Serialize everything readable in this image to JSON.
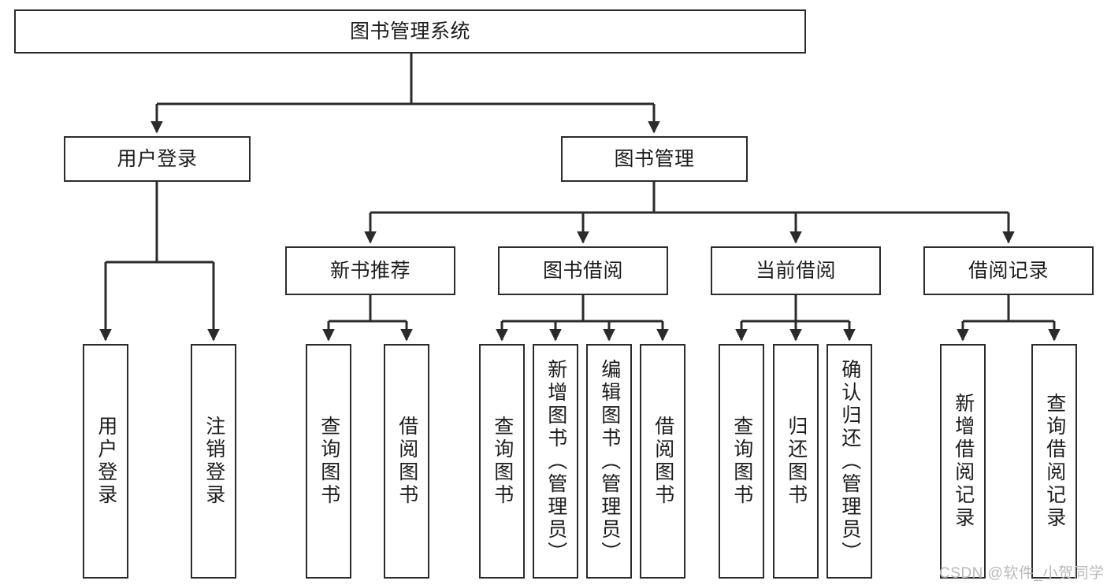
{
  "diagram": {
    "title": "图书管理系统",
    "type": "tree-hierarchy-diagram",
    "colors": {
      "box_border": "#2b2b2b",
      "box_fill": "#ffffff",
      "edge": "#2b2b2b",
      "text": "#1c1c1c",
      "watermark": "#b9b9b9",
      "background": "#ffffff"
    },
    "nodes": {
      "root": {
        "label": "图书管理系统"
      },
      "level2": [
        {
          "label": "用户登录"
        },
        {
          "label": "图书管理"
        }
      ],
      "level3": [
        {
          "label": "新书推荐"
        },
        {
          "label": "图书借阅"
        },
        {
          "label": "当前借阅"
        },
        {
          "label": "借阅记录"
        }
      ],
      "leaves_user_login": [
        {
          "label": "用户登录"
        },
        {
          "label": "注销登录"
        }
      ],
      "leaves_new_book": [
        {
          "label": "查询图书"
        },
        {
          "label": "借阅图书"
        }
      ],
      "leaves_borrow": [
        {
          "label": "查询图书"
        },
        {
          "label": "新增图书（管理员）"
        },
        {
          "label": "编辑图书（管理员）"
        },
        {
          "label": "借阅图书"
        }
      ],
      "leaves_current": [
        {
          "label": "查询图书"
        },
        {
          "label": "归还图书"
        },
        {
          "label": "确认归还（管理员）"
        }
      ],
      "leaves_records": [
        {
          "label": "新增借阅记录"
        },
        {
          "label": "查询借阅记录"
        }
      ]
    },
    "watermark": "CSDN @软件_小贺同学"
  }
}
